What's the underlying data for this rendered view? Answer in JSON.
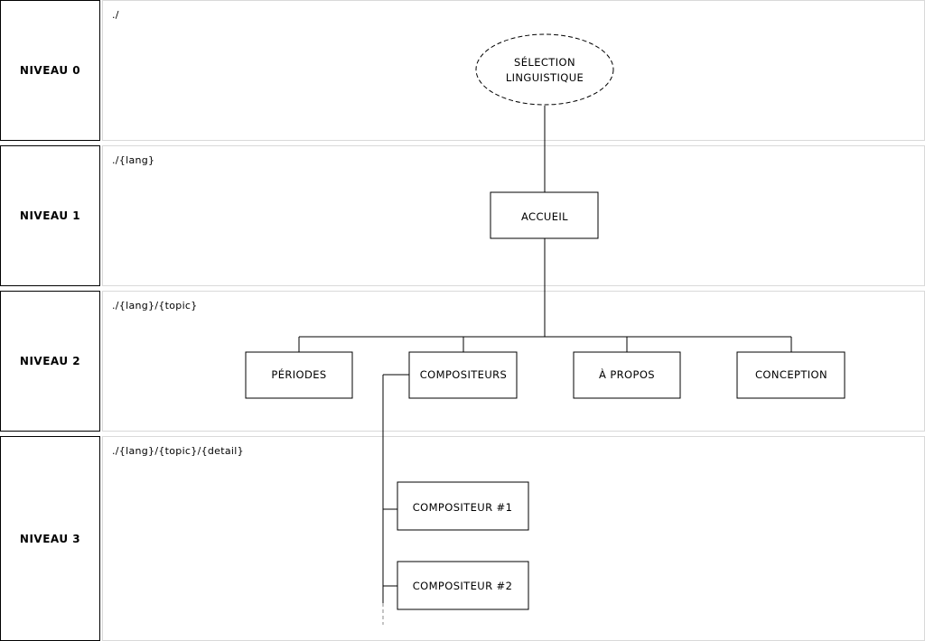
{
  "levels": [
    {
      "label": "NIVEAU 0",
      "path": "./"
    },
    {
      "label": "NIVEAU 1",
      "path": "./{lang}"
    },
    {
      "label": "NIVEAU 2",
      "path": "./{lang}/{topic}"
    },
    {
      "label": "NIVEAU 3",
      "path": "./{lang}/{topic}/{detail}"
    }
  ],
  "nodes": {
    "root": {
      "line1": "SÉLECTION",
      "line2": "LINGUISTIQUE"
    },
    "home": "ACCUEIL",
    "periods": "PÉRIODES",
    "composers": "COMPOSITEURS",
    "about": "À PROPOS",
    "design": "CONCEPTION",
    "composer1": "COMPOSITEUR #1",
    "composer2": "COMPOSITEUR #2"
  },
  "colors": {
    "stroke": "#000000",
    "band_border": "#d9d9d9",
    "background": "#ffffff"
  }
}
